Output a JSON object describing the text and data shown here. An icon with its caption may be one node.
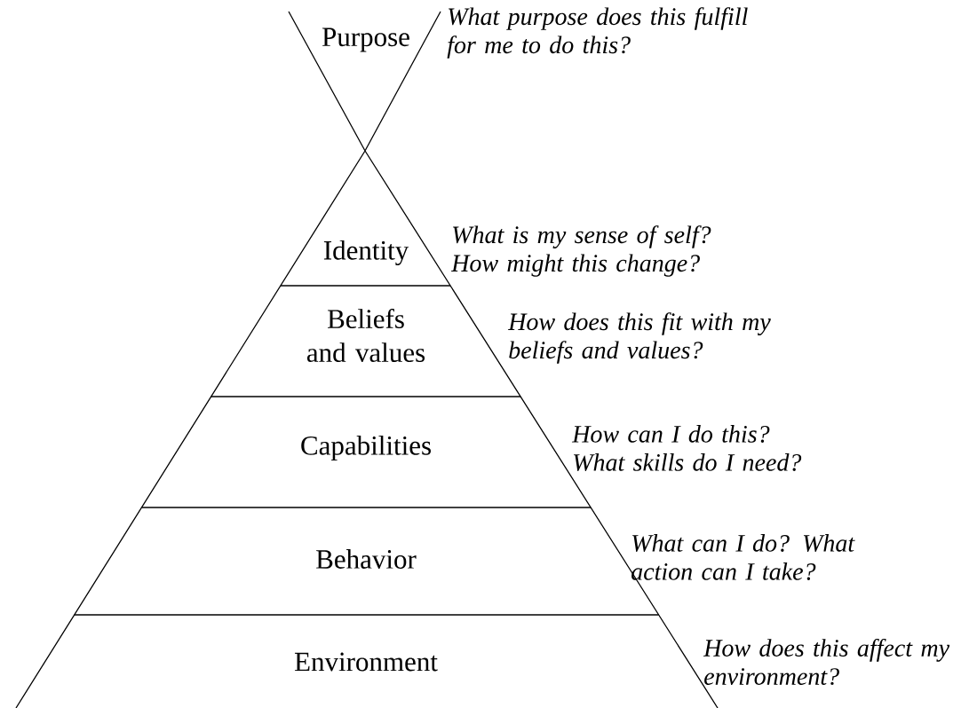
{
  "diagram": {
    "nodes": [
      {
        "text": [
          "Purpose"
        ]
      },
      {
        "text": [
          "Identity"
        ]
      },
      {
        "text": [
          "Beliefs and values"
        ]
      },
      {
        "text": [
          "Capabilities"
        ]
      },
      {
        "text": [
          "Behavior"
        ]
      },
      {
        "text": [
          "Environment"
        ]
      }
    ],
    "labels": [
      "What purpose does this fulfill for me to do this?",
      "What is my sense of self? How might this change?",
      "How does this fit with my beliefs and values?",
      "How can I do this? What skills do I need?",
      "What can I do? What action can I take?",
      "How does this affect my environment?"
    ]
  }
}
